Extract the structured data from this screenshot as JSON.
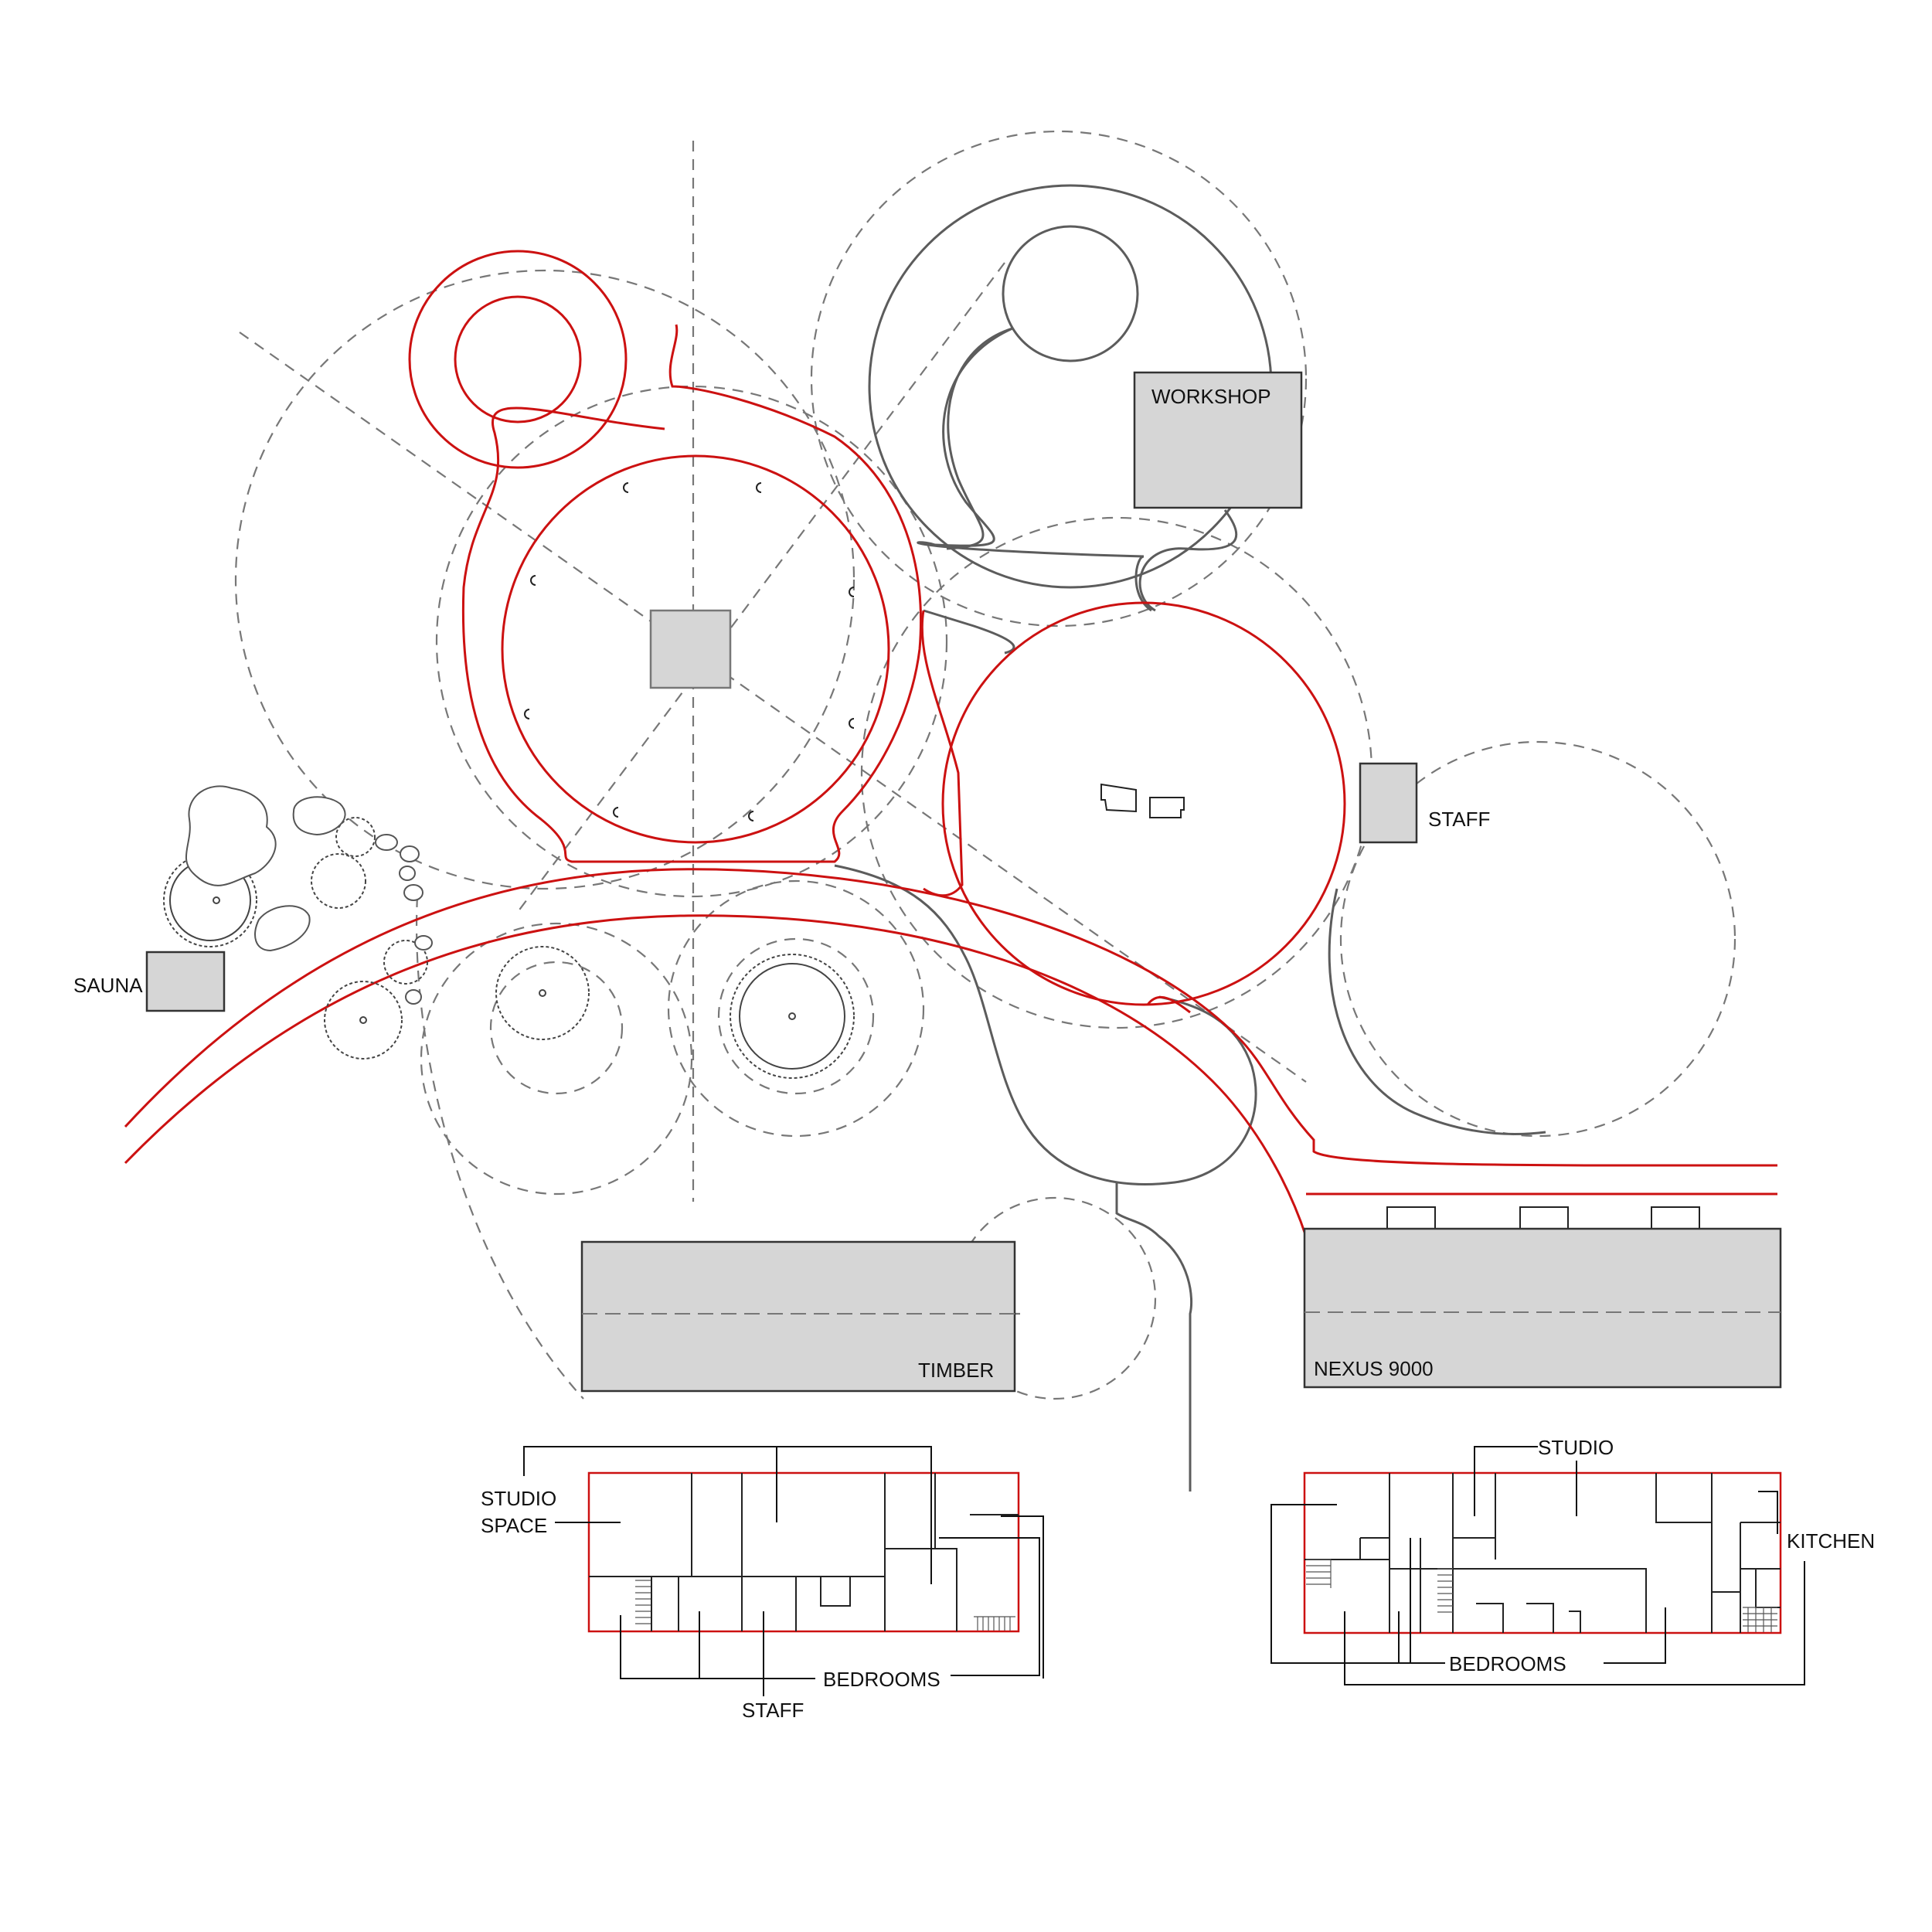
{
  "colors": {
    "path": "#cc1111",
    "building_fill": "#d6d6d6",
    "dashed_line": "#777777",
    "grey_line": "#5c5c5c"
  },
  "labels": {
    "workshop": "WORKSHOP",
    "staff_hut": "STAFF",
    "sauna": "SAUNA",
    "timber": "TIMBER",
    "nexus": "NEXUS 9000",
    "studio_space_line1": "STUDIO",
    "studio_space_line2": "SPACE",
    "bedrooms_left": "BEDROOMS",
    "staff_left": "STAFF",
    "studio_right": "STUDIO",
    "kitchen": "KITCHEN",
    "bedrooms_right": "BEDROOMS"
  }
}
